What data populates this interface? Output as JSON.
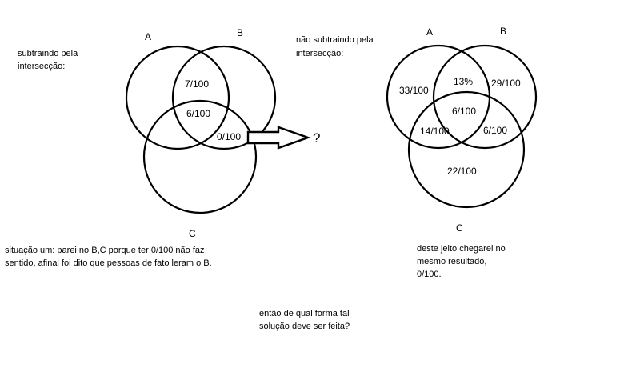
{
  "left_diagram": {
    "caption": [
      "subtraindo pela",
      "intersecção:"
    ],
    "set_labels": {
      "a": "A",
      "b": "B",
      "c": "C"
    },
    "regions": {
      "ab": "7/100",
      "abc": "6/100",
      "bc": "0/100"
    },
    "question": "?"
  },
  "right_diagram": {
    "caption": [
      "não subtraindo  pela",
      "intersecção:"
    ],
    "set_labels": {
      "a": "A",
      "b": "B",
      "c": "C"
    },
    "regions": {
      "a_only": "33/100",
      "ab": "13%",
      "b_only": "29/100",
      "abc": "6/100",
      "ac": "14/100",
      "bc": "6/100",
      "c_only": "22/100"
    }
  },
  "notes": {
    "situation": [
      "situação um: parei no B,C porque ter 0/100 não faz",
      "sentido, afinal foi dito que pessoas de fato leram o B."
    ],
    "result": [
      "deste jeito chegarei no",
      "mesmo resultado,",
      "0/100."
    ],
    "question": [
      "então de qual forma tal",
      "solução deve ser feita?"
    ]
  }
}
